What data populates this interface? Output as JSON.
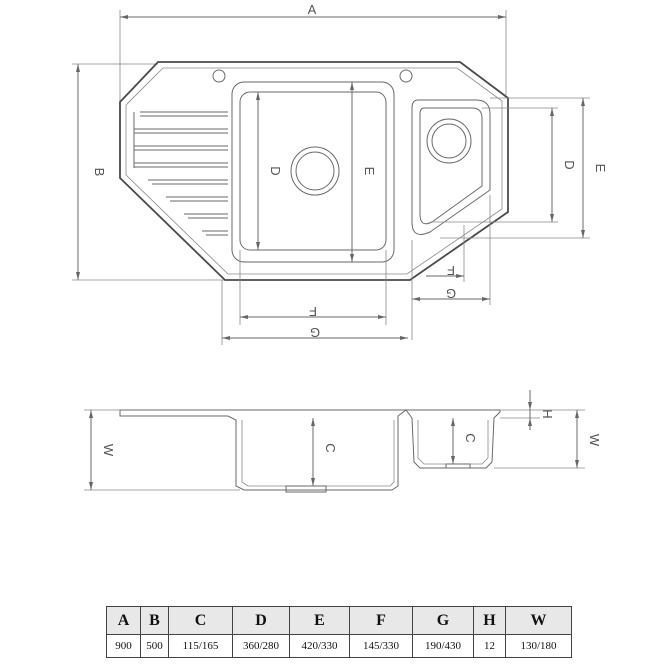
{
  "dimension_labels": {
    "a": "A",
    "b": "B",
    "c": "C",
    "d": "D",
    "e": "E",
    "f": "F",
    "g": "G",
    "h": "H",
    "w": "W"
  },
  "spec_table": {
    "headers": [
      "A",
      "B",
      "C",
      "D",
      "E",
      "F",
      "G",
      "H",
      "W"
    ],
    "values": [
      "900",
      "500",
      "115/165",
      "360/280",
      "420/330",
      "145/330",
      "190/430",
      "12",
      "130/180"
    ]
  }
}
